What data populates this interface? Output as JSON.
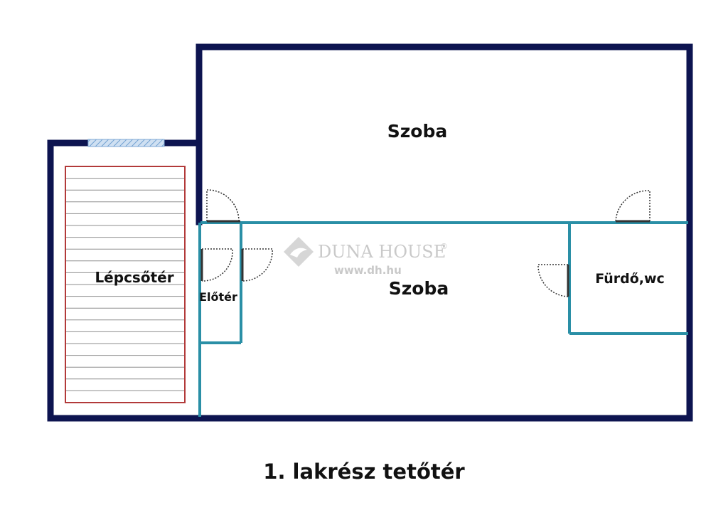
{
  "rooms": {
    "szoba_upper": "Szoba",
    "szoba_lower": "Szoba",
    "lepcsoter": "Lépcsőtér",
    "eloter": "Előtér",
    "furdo": "Fürdő,wc"
  },
  "watermark": {
    "brand": "DUNA HOUSE",
    "registered": "®",
    "url": "www.dh.hu"
  },
  "caption": "1. lakrész tetőtér",
  "colors": {
    "outer_wall": "#0d1450",
    "inner_wall": "#2a8fa6",
    "stair_border": "#b23a3a",
    "stair_lines": "#8e8e8e",
    "window": "#7fa9d6",
    "door_swing": "#333333"
  }
}
